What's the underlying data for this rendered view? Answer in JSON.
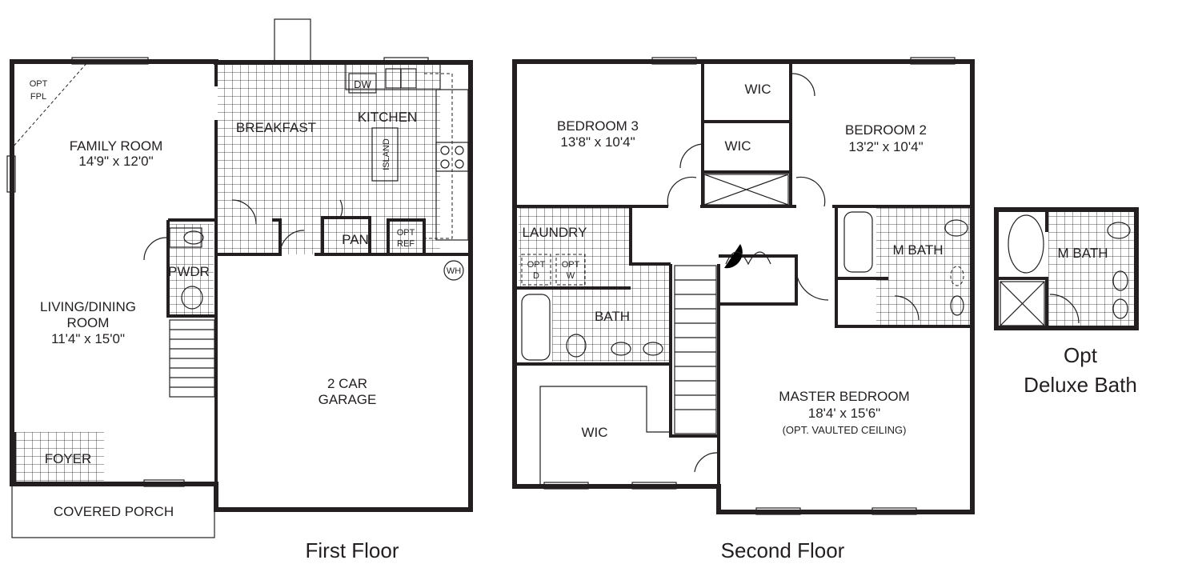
{
  "first_floor": {
    "caption": "First Floor",
    "rooms": {
      "opt_fpl_1": "OPT",
      "opt_fpl_2": "FPL",
      "family_room": "FAMILY ROOM",
      "family_room_dim": "14'9\" x 12'0\"",
      "breakfast": "BREAKFAST",
      "kitchen": "KITCHEN",
      "island": "ISLAND",
      "dw": "DW",
      "pan": "PAN",
      "opt_ref_1": "OPT",
      "opt_ref_2": "REF",
      "pwdr": "PWDR",
      "wh": "WH",
      "living_dining_1": "LIVING/DINING",
      "living_dining_2": "ROOM",
      "living_dining_dim": "11'4\" x 15'0\"",
      "garage_1": "2 CAR",
      "garage_2": "GARAGE",
      "foyer": "FOYER",
      "covered_porch": "COVERED PORCH"
    }
  },
  "second_floor": {
    "caption": "Second Floor",
    "rooms": {
      "bedroom3": "BEDROOM 3",
      "bedroom3_dim": "13'8\" x 10'4\"",
      "wic_top": "WIC",
      "wic_mid": "WIC",
      "bedroom2": "BEDROOM 2",
      "bedroom2_dim": "13'2\" x 10'4\"",
      "laundry": "LAUNDRY",
      "opt_d_1": "OPT",
      "opt_d_2": "D",
      "opt_w_1": "OPT",
      "opt_w_2": "W",
      "m_bath": "M BATH",
      "bath": "BATH",
      "wic_bottom": "WIC",
      "master_bedroom": "MASTER BEDROOM",
      "master_bedroom_dim": "18'4'  x 15'6\"",
      "master_bedroom_note": "(OPT. VAULTED CEILING)"
    }
  },
  "deluxe_bath": {
    "caption_1": "Opt",
    "caption_2": "Deluxe Bath",
    "m_bath": "M BATH"
  }
}
